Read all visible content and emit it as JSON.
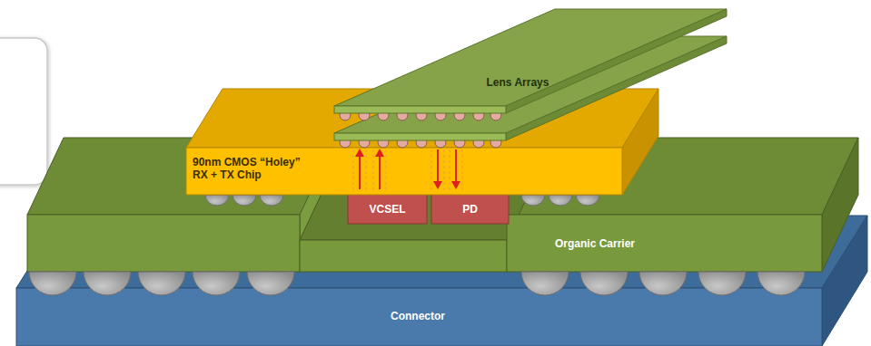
{
  "diagram": {
    "nodes": [
      {
        "text": [
          "Lens Arrays"
        ]
      },
      {
        "text": [
          "90nm CMOS “Holey” RX + TX Chip"
        ]
      },
      {
        "text": [
          "VCSEL"
        ]
      },
      {
        "text": [
          "PD"
        ]
      },
      {
        "text": [
          "Organic Carrier"
        ]
      },
      {
        "text": [
          "Connector"
        ]
      }
    ]
  }
}
